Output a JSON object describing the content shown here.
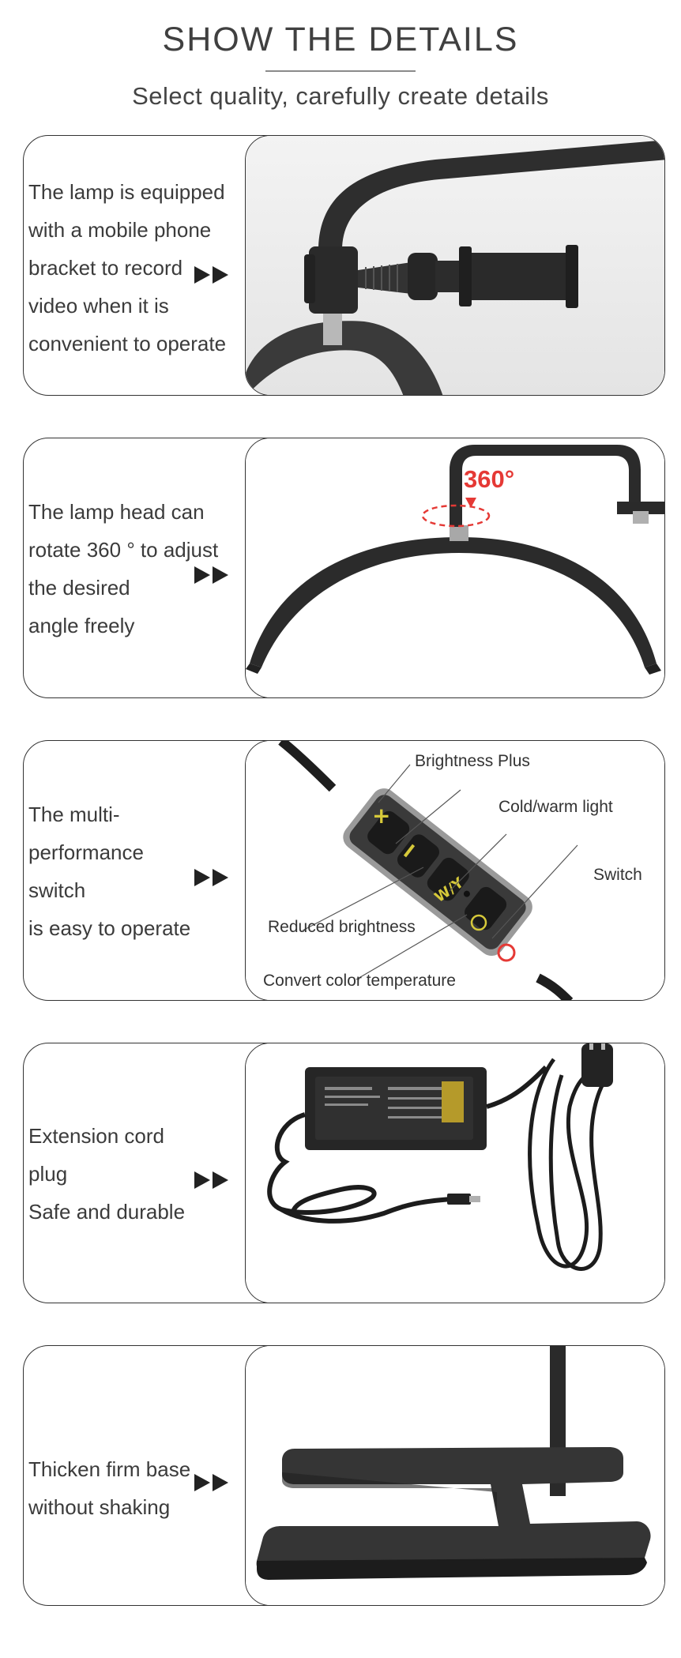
{
  "header": {
    "title": "SHOW THE DETAILS",
    "subtitle": "Select quality, carefully create details"
  },
  "cards": [
    {
      "lines": [
        "The lamp is equipped",
        "with a mobile phone",
        "bracket to record",
        "video when it is",
        "convenient to operate"
      ],
      "photo": "phone-bracket-photo"
    },
    {
      "lines": [
        "The lamp head can",
        "rotate 360 ° to adjust",
        "the desired",
        "angle freely"
      ],
      "photo": "rotating-head-photo",
      "badge": "360°"
    },
    {
      "lines": [
        "The multi-",
        "performance",
        "switch",
        "is easy to operate"
      ],
      "photo": "controller-photo",
      "callouts": {
        "brightness_plus": "Brightness Plus",
        "cold_warm": "Cold/warm light",
        "switch": "Switch",
        "reduced": "Reduced brightness",
        "convert": "Convert color temperature"
      },
      "button_wy": "W/Y"
    },
    {
      "lines": [
        "Extension cord",
        "plug",
        "Safe and durable"
      ],
      "photo": "power-adapter-photo"
    },
    {
      "lines": [
        "Thicken firm base",
        "without shaking"
      ],
      "photo": "base-photo"
    }
  ],
  "colors": {
    "accent": "#e53935",
    "text": "#3b3b3b",
    "border": "#333333",
    "product": "#2b2b2b"
  },
  "icons": [
    "double-arrow-icon"
  ]
}
